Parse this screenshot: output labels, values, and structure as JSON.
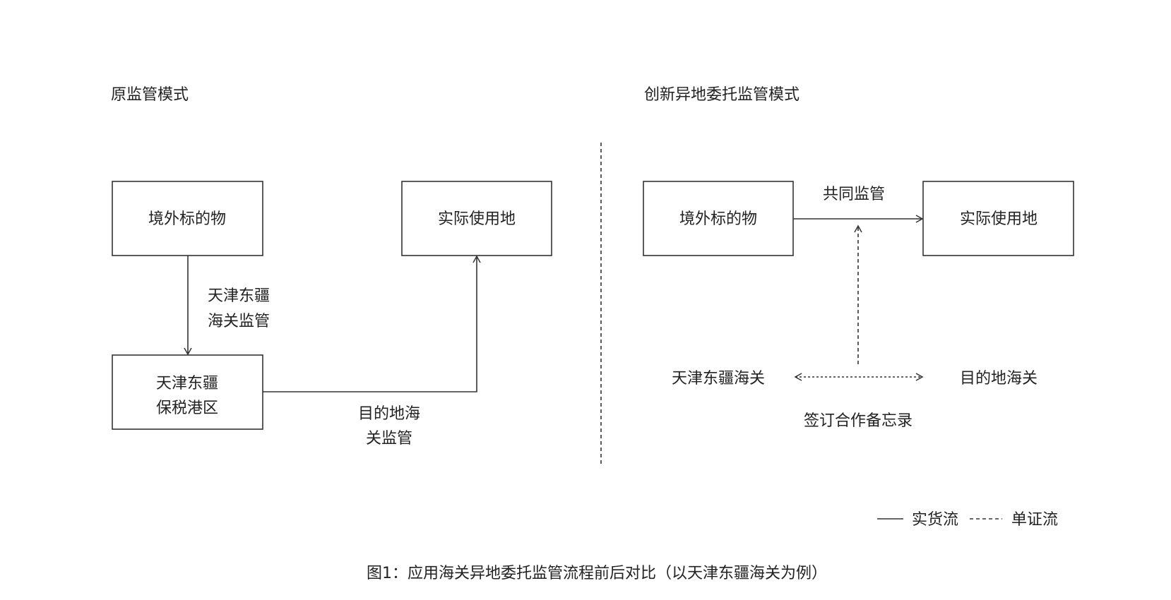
{
  "left_panel": {
    "title": "原监管模式",
    "box_origin": "境外标的物",
    "box_destination": "实际使用地",
    "box_bonded_line1": "天津东疆",
    "box_bonded_line2": "保税港区",
    "arrow1_label_line1": "天津东疆",
    "arrow1_label_line2": "海关监管",
    "arrow2_label_line1": "目的地海",
    "arrow2_label_line2": "关监管"
  },
  "right_panel": {
    "title": "创新异地委托监管模式",
    "box_origin": "境外标的物",
    "box_destination": "实际使用地",
    "arrow_label": "共同监管",
    "customs_left": "天津东疆海关",
    "customs_right": "目的地海关",
    "agreement_label": "签订合作备忘录"
  },
  "legend": {
    "solid_label": "实货流",
    "dashed_label": "单证流"
  },
  "caption": "图1：应用海关异地委托监管流程前后对比（以天津东疆海关为例）"
}
